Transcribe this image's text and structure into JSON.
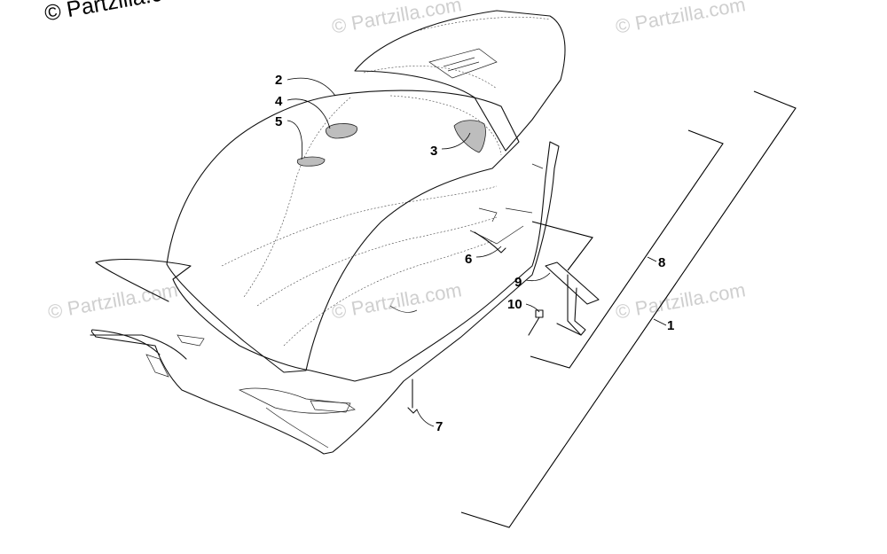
{
  "copyright": "© Partzilla.com",
  "watermark": "© Partzilla.com",
  "callouts": [
    {
      "id": "2",
      "label": "2"
    },
    {
      "id": "4",
      "label": "4"
    },
    {
      "id": "5",
      "label": "5"
    },
    {
      "id": "3",
      "label": "3"
    },
    {
      "id": "6",
      "label": "6"
    },
    {
      "id": "9",
      "label": "9"
    },
    {
      "id": "10",
      "label": "10"
    },
    {
      "id": "8",
      "label": "8"
    },
    {
      "id": "1",
      "label": "1"
    },
    {
      "id": "7",
      "label": "7"
    }
  ]
}
